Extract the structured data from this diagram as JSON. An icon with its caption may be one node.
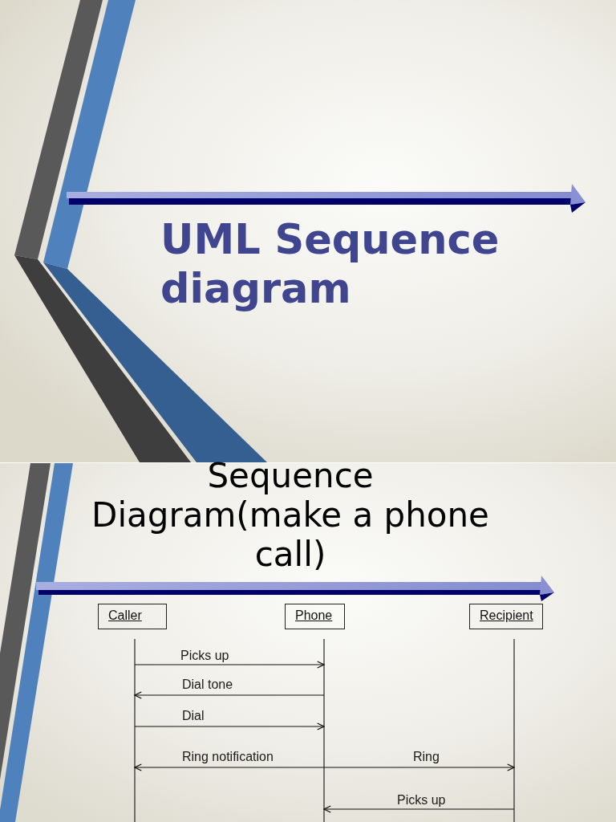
{
  "diagram": {
    "title": "UML Sequence diagram",
    "nodes": [
      {
        "text": [
          "Caller"
        ]
      },
      {
        "text": [
          "Phone"
        ]
      },
      {
        "text": [
          "Recipient"
        ]
      }
    ],
    "edges": [
      {
        "from": 0,
        "to": 1,
        "arrow": "to",
        "label": "Picks up"
      },
      {
        "from": 1,
        "to": 0,
        "arrow": "to",
        "label": "Dial tone"
      },
      {
        "from": 0,
        "to": 1,
        "arrow": "to",
        "label": "Dial"
      },
      {
        "from": 1,
        "to": 0,
        "arrow": "to",
        "label": "Ring notification"
      },
      {
        "from": 1,
        "to": 2,
        "arrow": "to",
        "label": "Ring"
      },
      {
        "from": 2,
        "to": 1,
        "arrow": "to",
        "label": "Picks up"
      }
    ],
    "labels": [
      "Sequence Diagram(make a phone call)"
    ]
  }
}
